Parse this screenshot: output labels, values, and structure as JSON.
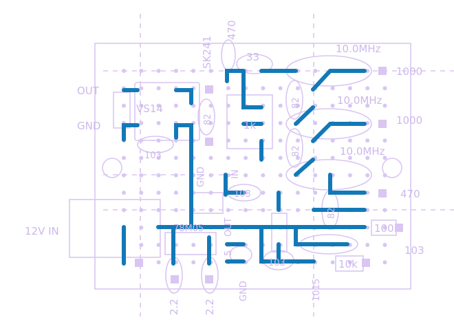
{
  "labels": {
    "out": "OUT",
    "gnd_left": "GND",
    "power_in": "12V IN",
    "vs14": "VS14",
    "c103_a": "103",
    "sk241": "SK241",
    "r470_top": "470",
    "c33": "33",
    "xtal1": "10.0MHz",
    "xtal2": "10.0MHz",
    "xtal3": "10.0MHz",
    "r1000_a": "1000",
    "r1000_b": "1000",
    "r1k": "1k",
    "c82_a": "82",
    "c82_b": "82",
    "c82_c": "82",
    "c82_d": "82",
    "gnd_mid": "GND",
    "in_mid": "IN",
    "c103_b": "103",
    "c103_c": "103",
    "r470_right": "470",
    "r100": "100",
    "c103_right": "103",
    "r10k": "10k",
    "reg": "78M05",
    "c22_a": "2.2",
    "c22_b": "2.2",
    "gnd_bottom": "GND",
    "out_mid": "OUT",
    "r5": "5",
    "c1015": "1015"
  },
  "colors": {
    "silkscreen": "#d9c6f2",
    "trace": "#1279b8",
    "background": "#ffffff"
  }
}
